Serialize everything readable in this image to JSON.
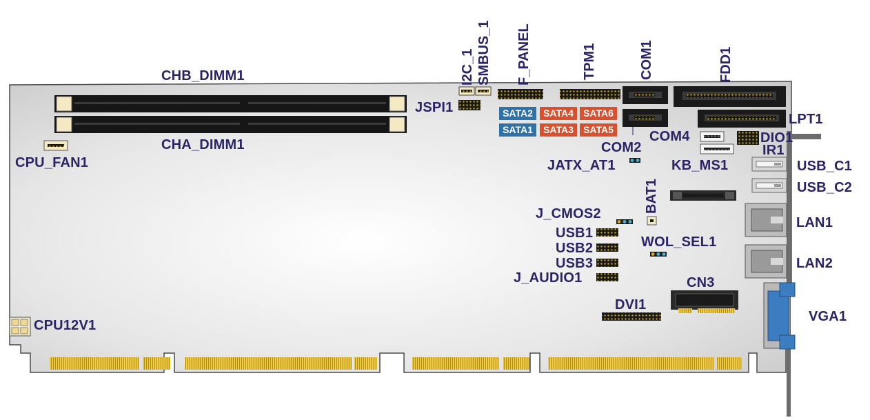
{
  "labels": {
    "chb_dimm": "CHB_DIMM1",
    "cha_dimm": "CHA_DIMM1",
    "cpu_fan": "CPU_FAN1",
    "cpu12v": "CPU12V1",
    "jspi": "JSPI1",
    "i2c": "I2C_1",
    "smbus": "SMBUS_1",
    "f_panel": "F_PANEL",
    "tpm": "TPM1",
    "com1": "COM1",
    "fdd": "FDD1",
    "lpt": "LPT1",
    "com2": "COM2",
    "com4": "COM4",
    "dio": "DIO1",
    "ir": "IR1",
    "jatx": "JATX_AT1",
    "kb_ms": "KB_MS1",
    "usb_c1": "USB_C1",
    "usb_c2": "USB_C2",
    "bat": "BAT1",
    "j_cmos": "J_CMOS2",
    "usb1": "USB1",
    "usb2": "USB2",
    "usb3": "USB3",
    "wol_sel": "WOL_SEL1",
    "lan1": "LAN1",
    "lan2": "LAN2",
    "j_audio": "J_AUDIO1",
    "cn3": "CN3",
    "dvi": "DVI1",
    "vga": "VGA1"
  },
  "sata": {
    "sata1": "SATA1",
    "sata2": "SATA2",
    "sata3": "SATA3",
    "sata4": "SATA4",
    "sata5": "SATA5",
    "sata6": "SATA6"
  },
  "colors": {
    "label": "#2a2466",
    "board": "#e4e4e4",
    "sata_blue": "#2d72a8",
    "sata_red": "#d9502f",
    "gold": "#c9a520",
    "vga_blue": "#3c7cc0"
  }
}
